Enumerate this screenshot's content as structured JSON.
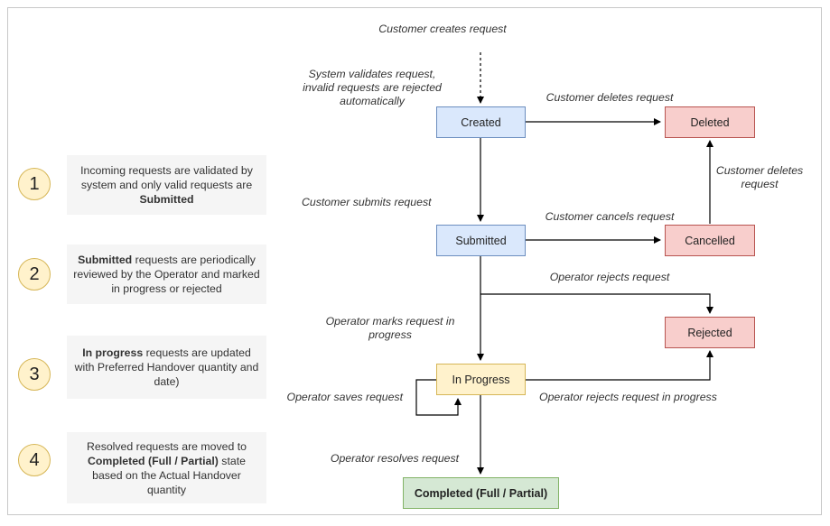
{
  "states": {
    "created": "Created",
    "deleted": "Deleted",
    "submitted": "Submitted",
    "cancelled": "Cancelled",
    "rejected": "Rejected",
    "in_progress": "In Progress",
    "completed": "Completed (Full / Partial)"
  },
  "transitions": {
    "customer_creates": "Customer creates request",
    "system_validates": "System validates request,\ninvalid requests are rejected\nautomatically",
    "customer_deletes_created": "Customer deletes request",
    "customer_deletes_cancelled": "Customer deletes\nrequest",
    "customer_submits": "Customer submits request",
    "customer_cancels": "Customer cancels request",
    "operator_rejects": "Operator rejects request",
    "operator_marks": "Operator marks request in\nprogress",
    "operator_saves": "Operator saves request",
    "operator_rejects_in_progress": "Operator rejects request in progress",
    "operator_resolves": "Operator resolves request"
  },
  "steps": [
    {
      "number": "1",
      "pre": "Incoming requests are validated by system and only valid requests are ",
      "bold": "Submitted",
      "post": ""
    },
    {
      "number": "2",
      "pre": "",
      "bold": "Submitted",
      "post": " requests are periodically reviewed by the Operator and marked in progress or rejected"
    },
    {
      "number": "3",
      "pre": "",
      "bold": "In progress",
      "post": " requests are updated with Preferred Handover quantity and date)"
    },
    {
      "number": "4",
      "pre": "Resolved requests are moved to ",
      "bold": "Completed (Full / Partial)",
      "post": " state based on the Actual Handover quantity"
    }
  ],
  "colors": {
    "blue_fill": "#dae8fc",
    "blue_stroke": "#6c8ebf",
    "red_fill": "#f8cecc",
    "red_stroke": "#b85450",
    "yellow_fill": "#fff2cc",
    "yellow_stroke": "#d6b656",
    "green_fill": "#d5e8d4",
    "green_stroke": "#82b366",
    "note_fill": "#f5f5f5"
  }
}
